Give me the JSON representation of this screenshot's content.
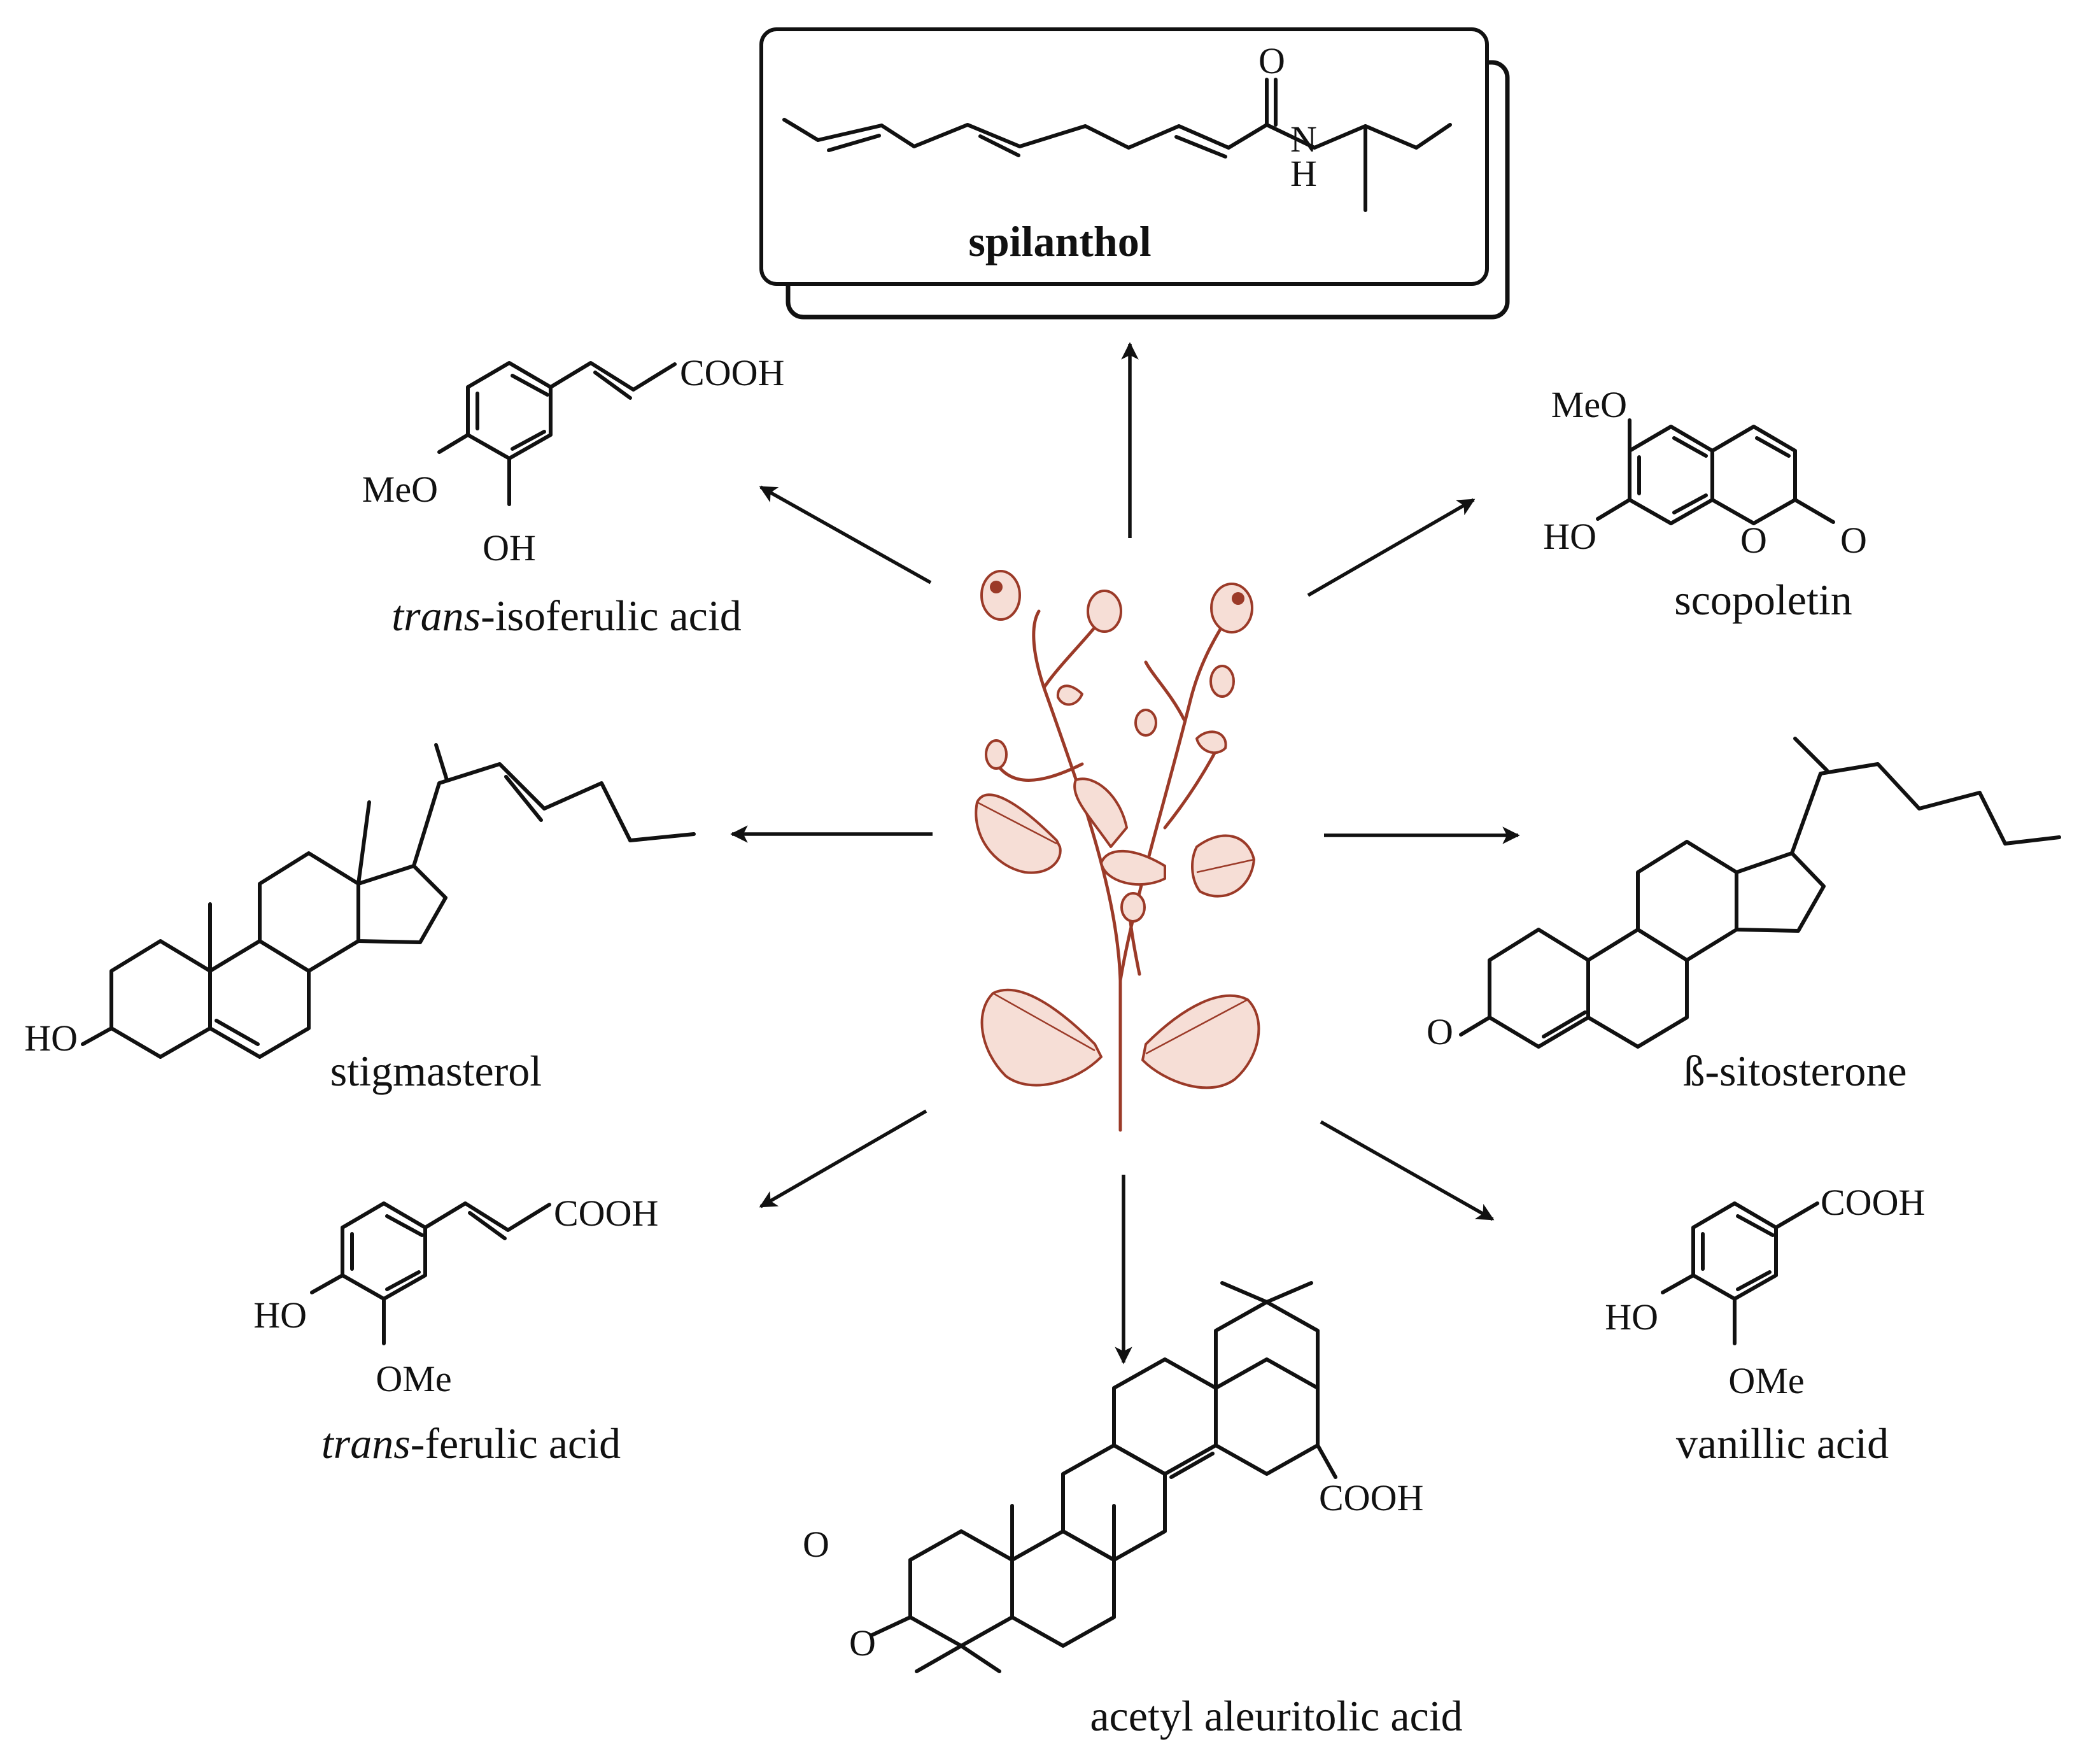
{
  "center": {
    "illustration": "spilanthes-plant"
  },
  "compounds": {
    "spilanthol": {
      "name": "spilanthol",
      "atoms": {
        "carbonyl_o": "O",
        "nitrogen": "N",
        "amide_h": "H"
      }
    },
    "trans_isoferulic": {
      "name_prefix": "trans",
      "name_suffix": "-isoferulic acid",
      "atoms": {
        "acid": "COOH",
        "methoxy": "MeO",
        "hydroxy": "OH"
      }
    },
    "scopoletin": {
      "name": "scopoletin",
      "atoms": {
        "methoxy": "MeO",
        "hydroxy": "HO",
        "ring_o": "O",
        "carbonyl_o": "O"
      }
    },
    "stigmasterol": {
      "name": "stigmasterol",
      "atoms": {
        "hydroxy": "HO"
      }
    },
    "sitosterone": {
      "name": "ß-sitosterone",
      "atoms": {
        "ketone": "O"
      }
    },
    "trans_ferulic": {
      "name_prefix": "trans",
      "name_suffix": "-ferulic acid",
      "atoms": {
        "acid": "COOH",
        "hydroxy": "HO",
        "methoxy": "OMe"
      }
    },
    "acetyl_aleuritolic": {
      "name": "acetyl aleuritolic acid",
      "atoms": {
        "acid": "COOH",
        "ester_o": "O",
        "carbonyl_o": "O"
      }
    },
    "vanillic": {
      "name": "vanillic acid",
      "atoms": {
        "acid": "COOH",
        "hydroxy": "HO",
        "methoxy": "OMe"
      }
    }
  }
}
